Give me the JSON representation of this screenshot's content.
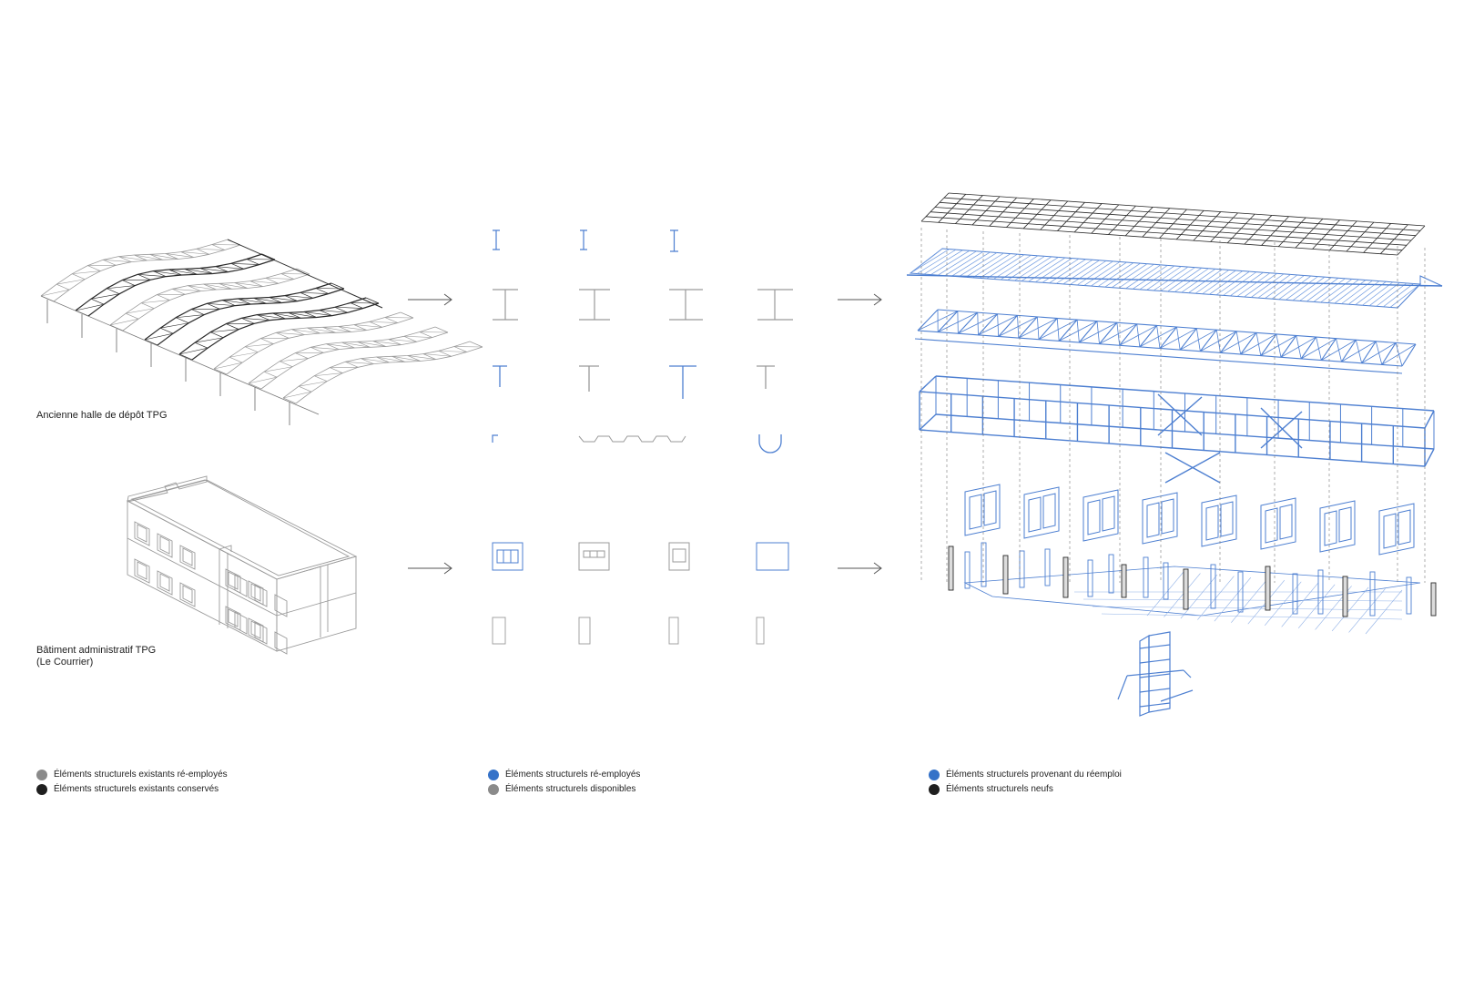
{
  "sources": [
    {
      "label": "Ancienne halle de dépôt TPG"
    },
    {
      "label_line1": "Bâtiment administratif TPG",
      "label_line2": "(Le Courrier)"
    }
  ],
  "legends": [
    {
      "items": [
        {
          "label": "Éléments structurels existants ré-employés",
          "color": "#8a8a8a"
        },
        {
          "label": "Éléments structurels existants conservés",
          "color": "#1f1f1f"
        }
      ]
    },
    {
      "items": [
        {
          "label": "Éléments structurels ré-employés",
          "color": "#3572c8"
        },
        {
          "label": "Éléments structurels disponibles",
          "color": "#8a8a8a"
        }
      ]
    },
    {
      "items": [
        {
          "label": "Éléments structurels provenant du réemploi",
          "color": "#3572c8"
        },
        {
          "label": "Éléments structurels neufs",
          "color": "#1f1f1f"
        }
      ]
    }
  ],
  "colors": {
    "blue": "#4d7fd1",
    "blue_light": "#8fb0e6",
    "gray": "#9a9a9a",
    "dark": "#2a2a2a"
  }
}
